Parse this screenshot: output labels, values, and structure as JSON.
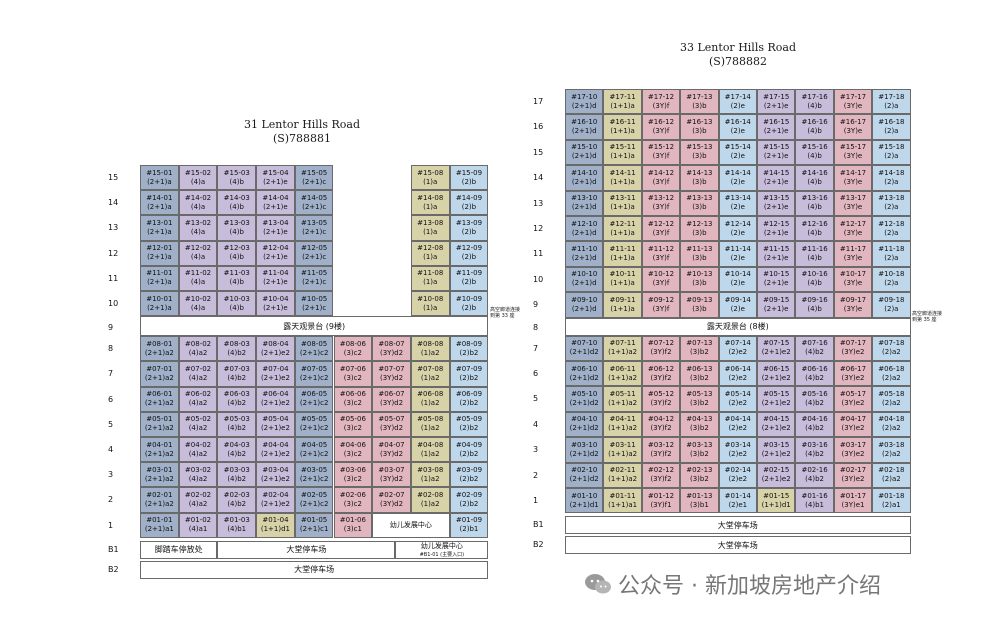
{
  "left": {
    "title1": "31 Lentor Hills Road",
    "title2": "(S)788881",
    "floors": [
      "15",
      "14",
      "13",
      "12",
      "11",
      "10",
      "9",
      "8",
      "7",
      "6",
      "5",
      "4",
      "3",
      "2",
      "1",
      "B1",
      "B2"
    ],
    "upper_cols": [
      "01",
      "02",
      "03",
      "04",
      "05"
    ],
    "upper_types": [
      "(2+1)a",
      "(4)a",
      "(4)b",
      "(2+1)e",
      "(2+1)c"
    ],
    "upper_right_cols": [
      "08",
      "09"
    ],
    "upper_right_types": [
      "(1)a",
      "(2)b"
    ],
    "lower_cols": [
      "01",
      "02",
      "03",
      "04",
      "05",
      "06",
      "07",
      "08",
      "09"
    ],
    "lower_types": [
      "(2+1)a2",
      "(4)a2",
      "(4)b2",
      "(2+1)e2",
      "(2+1)c2",
      "(3)c2",
      "(3Y)d2",
      "(1)a2",
      "(2)b2"
    ],
    "floor1": [
      {
        "unit": "#01-01",
        "type": "(2+1)a1"
      },
      {
        "unit": "#01-02",
        "type": "(4)a1"
      },
      {
        "unit": "#01-03",
        "type": "(4)b1"
      },
      {
        "unit": "#01-04",
        "type": "(1+1)d1"
      },
      {
        "unit": "#01-05",
        "type": "(2+1)c1"
      },
      {
        "unit": "#01-06",
        "type": "(3)c1"
      },
      {
        "unit": "幼儿发展中心",
        "type": ""
      },
      {
        "unit": "#01-09",
        "type": "(2)b1"
      }
    ],
    "sky_terrace": "露天观景台 (9楼)",
    "b1_bike": "脚踏车停放处",
    "b1_parking": "大堂停车场",
    "b1_childcare": "幼儿发展中心",
    "b1_childcare_sub": "#B1-01 (主要入口)",
    "b2_parking": "大堂停车场",
    "bridge_note": "高空廊道连接到第 33 座"
  },
  "right": {
    "title1": "33 Lentor Hills Road",
    "title2": "(S)788882",
    "floors": [
      "17",
      "16",
      "15",
      "14",
      "13",
      "12",
      "11",
      "10",
      "9",
      "8",
      "7",
      "6",
      "5",
      "4",
      "3",
      "2",
      "1",
      "B1",
      "B2"
    ],
    "cols": [
      "10",
      "11",
      "12",
      "13",
      "14",
      "15",
      "16",
      "17",
      "18"
    ],
    "upper_types": [
      "(2+1)d",
      "(1+1)a",
      "(3Y)f",
      "(3)b",
      "(2)e",
      "(2+1)e",
      "(4)b",
      "(3Y)e",
      "(2)a"
    ],
    "lower_types": [
      "(2+1)d2",
      "(1+1)a2",
      "(3Y)f2",
      "(3)b2",
      "(2)e2",
      "(2+1)e2",
      "(4)b2",
      "(3Y)e2",
      "(2)a2"
    ],
    "floor1_types": [
      "(2+1)d1",
      "(1+1)a1",
      "(3Y)f1",
      "(3)b1",
      "(2)e1",
      "(1+1)d1",
      "(4)b1",
      "(3Y)e1",
      "(2)a1"
    ],
    "sky_terrace": "露天观景台 (8楼)",
    "b1_parking": "大堂停车场",
    "b2_parking": "大堂停车场",
    "bridge_note": "高空廊道连接到第 35 座"
  },
  "watermark": "公众号 · 新加坡房地产介绍",
  "colors": {
    "a": "#9fb0c8",
    "b": "#c7bcd9",
    "c": "#d8d2a8",
    "d": "#e2b6bf",
    "e": "#bfd7ea"
  }
}
